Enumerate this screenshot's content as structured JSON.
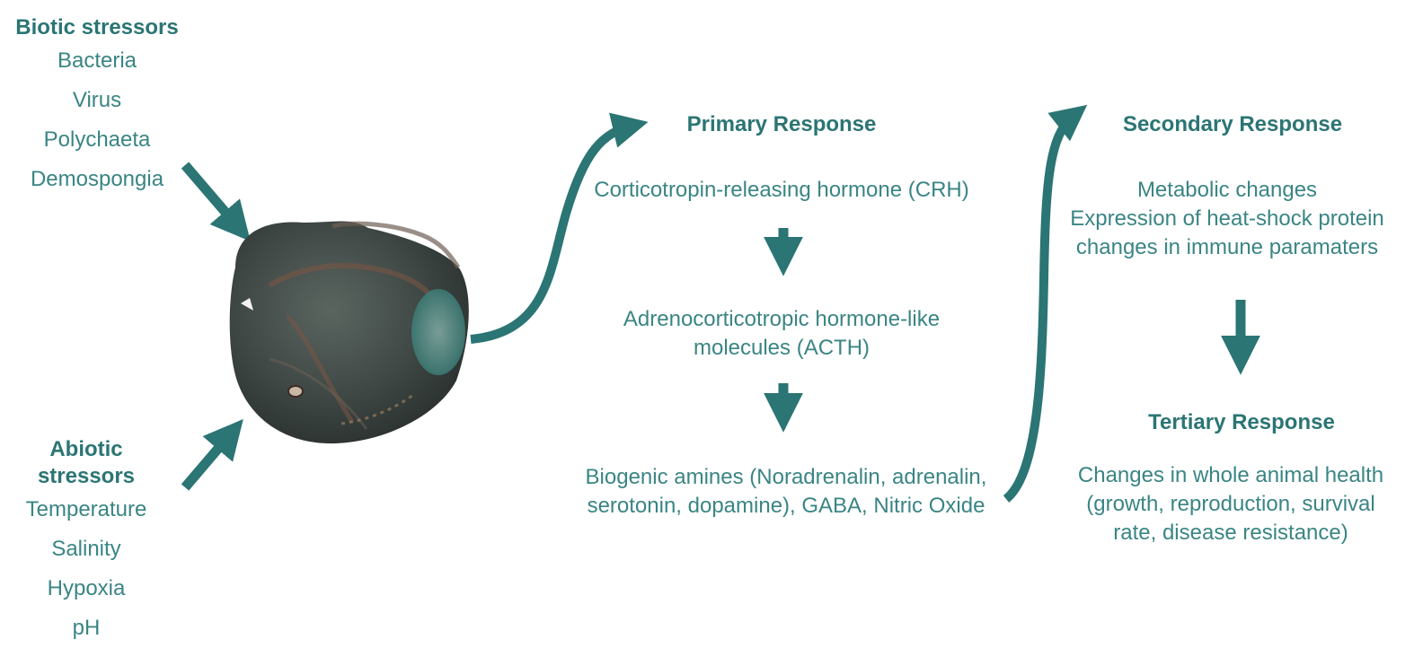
{
  "biotic": {
    "title": "Biotic  stressors",
    "items": [
      "Bacteria",
      "Virus",
      "Polychaeta",
      "Demospongia"
    ]
  },
  "abiotic": {
    "title": "Abiotic stressors",
    "items": [
      "Temperature",
      "Salinity",
      "Hypoxia",
      "pH"
    ]
  },
  "primary": {
    "title": "Primary Response",
    "step1": "Corticotropin-releasing hormone (CRH)",
    "step2_line1": "Adrenocorticotropic hormone-like",
    "step2_line2": "molecules (ACTH)",
    "step3_line1": "Biogenic amines (Noradrenalin, adrenalin,",
    "step3_line2": "serotonin, dopamine), GABA, Nitric Oxide"
  },
  "secondary": {
    "title": "Secondary Response",
    "line1": "Metabolic changes",
    "line2": "Expression of heat-shock protein",
    "line3": "changes in immune paramaters"
  },
  "tertiary": {
    "title": "Tertiary Response",
    "line1": "Changes in whole animal health",
    "line2": "(growth, reproduction, survival",
    "line3": "rate, disease resistance)"
  },
  "colors": {
    "accent": "#2b7574",
    "text": "#3a8584"
  },
  "icons": {
    "organism": "abalone-shell-icon"
  }
}
